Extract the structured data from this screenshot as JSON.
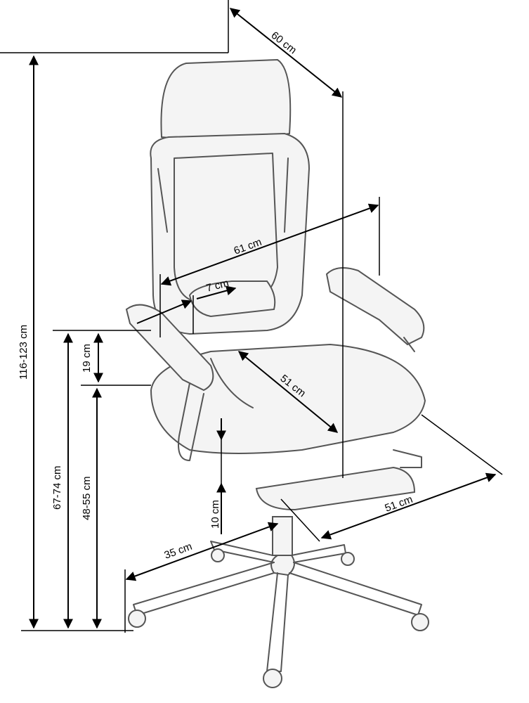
{
  "title": "Office chair dimensions",
  "dimensions": {
    "depth_top": "60 cm",
    "armrest_width": "61 cm",
    "lumbar": "7 cm",
    "seat_depth": "51 cm",
    "footrest": "51 cm",
    "armrest_height": "19 cm",
    "total_height": "116-123 cm",
    "armrest_floor_height": "67-74 cm",
    "seat_height": "48-55 cm",
    "gas_lift": "10 cm",
    "base_radius": "35 cm"
  }
}
